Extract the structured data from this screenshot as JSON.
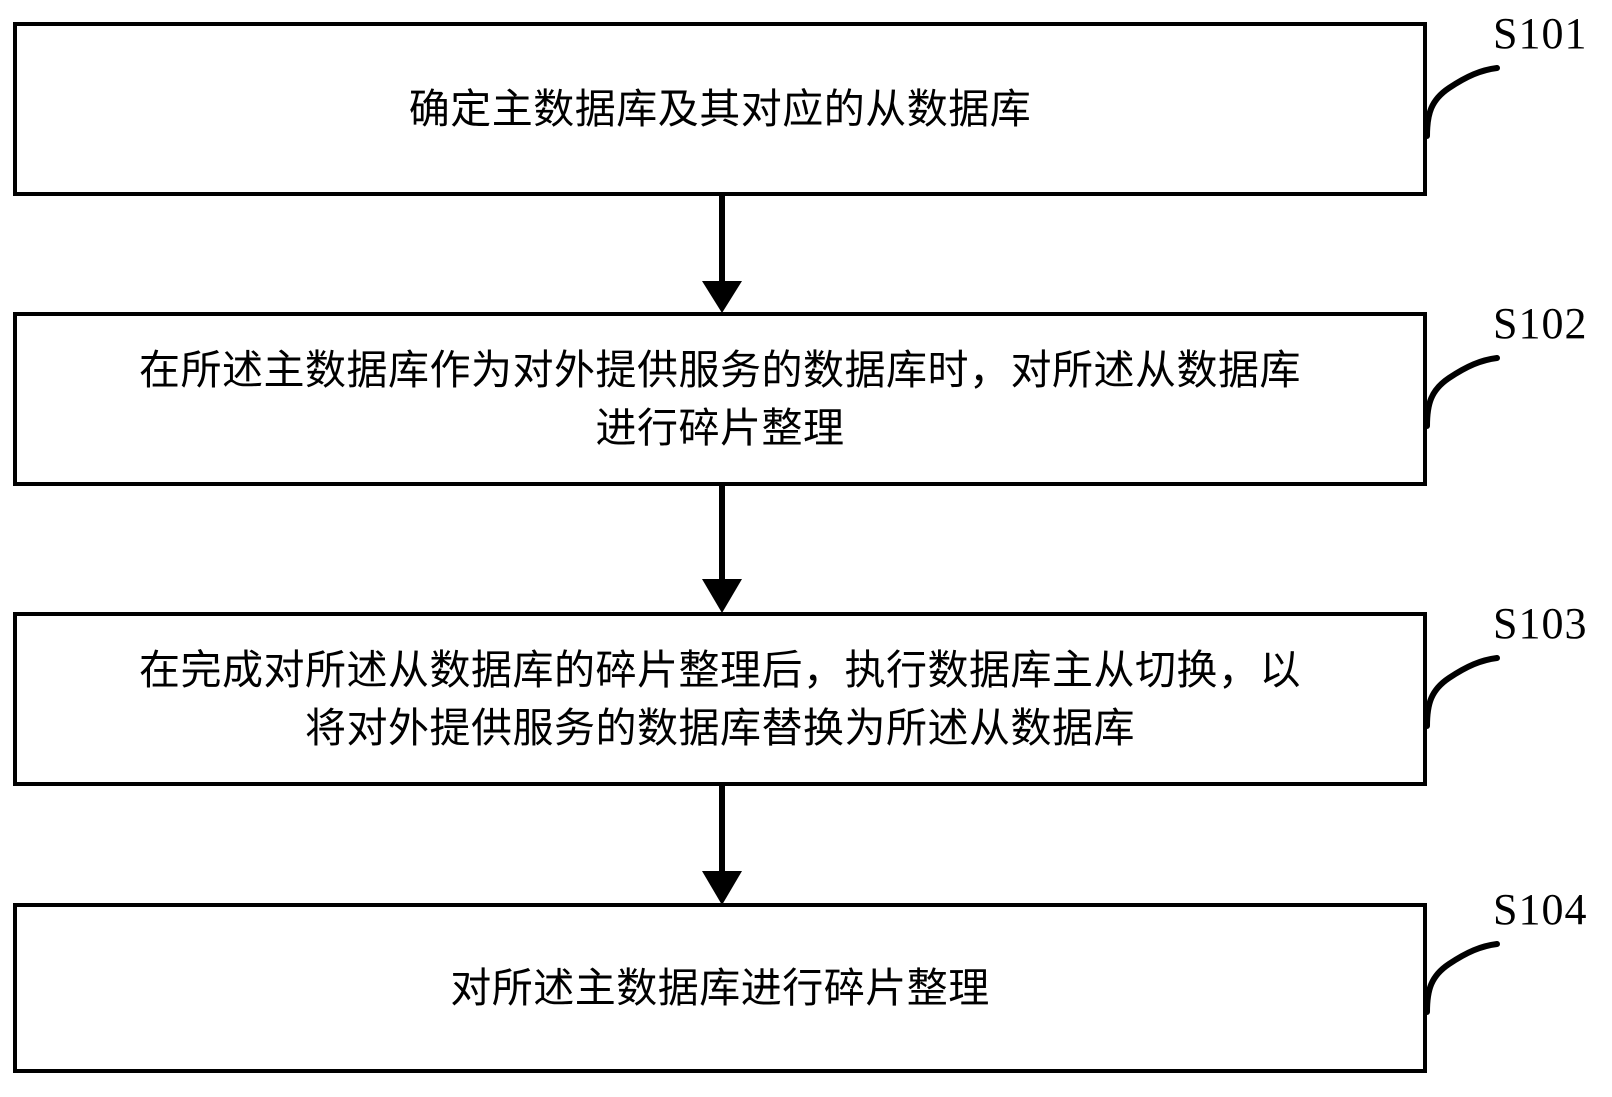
{
  "diagram": {
    "type": "flowchart",
    "orientation": "vertical",
    "title": "",
    "stroke_color": "#000000",
    "background_color": "#ffffff",
    "steps": [
      {
        "id": "S101",
        "label": "S101",
        "text": "确定主数据库及其对应的从数据库",
        "lines": [
          "确定主数据库及其对应的从数据库"
        ]
      },
      {
        "id": "S102",
        "label": "S102",
        "text": "在所述主数据库作为对外提供服务的数据库时，对所述从数据库\n进行碎片整理",
        "lines": [
          "在所述主数据库作为对外提供服务的数据库时，对所述从数据库",
          "进行碎片整理"
        ]
      },
      {
        "id": "S103",
        "label": "S103",
        "text": "在完成对所述从数据库的碎片整理后，执行数据库主从切换，以\n将对外提供服务的数据库替换为所述从数据库",
        "lines": [
          "在完成对所述从数据库的碎片整理后，执行数据库主从切换，以",
          "将对外提供服务的数据库替换为所述从数据库"
        ]
      },
      {
        "id": "S104",
        "label": "S104",
        "text": "对所述主数据库进行碎片整理",
        "lines": [
          "对所述主数据库进行碎片整理"
        ]
      }
    ],
    "connectors": [
      {
        "from": "S101",
        "to": "S102",
        "style": "arrow-down"
      },
      {
        "from": "S102",
        "to": "S103",
        "style": "arrow-down"
      },
      {
        "from": "S103",
        "to": "S104",
        "style": "arrow-down"
      }
    ]
  }
}
